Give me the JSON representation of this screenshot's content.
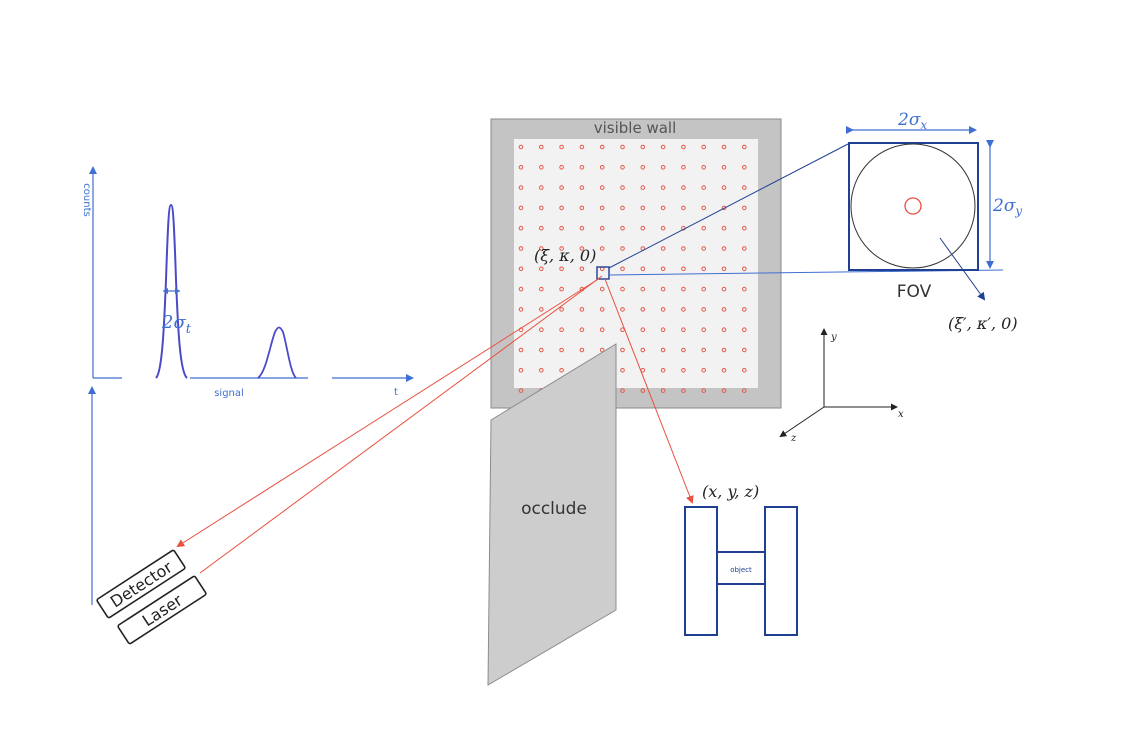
{
  "wall": {
    "label": "visible wall",
    "point_label": "(ξ, κ, 0)",
    "dot_grid": {
      "rows": 13,
      "cols": 12
    }
  },
  "fov": {
    "label": "FOV",
    "width_label": "2σ",
    "width_sub": "x",
    "height_label": "2σ",
    "height_sub": "y",
    "point_label": "(ξ′, κ′, 0)"
  },
  "axes3d": {
    "y": "y",
    "x": "x",
    "z": "z"
  },
  "occluder": {
    "label": "occlude"
  },
  "object": {
    "label": "object",
    "point_label": "(x, y, z)"
  },
  "devices": {
    "detector": "Detector",
    "laser": "Laser"
  },
  "histogram": {
    "y_label": "counts",
    "x_label": "t",
    "center_label": "signal",
    "width_label": "2σ",
    "width_sub": "t"
  },
  "colors": {
    "wall_outer": "#c4c4c4",
    "wall_inner": "#f2f2f2",
    "dots": "#e5584a",
    "ray": "#e8503f",
    "blue": "#1f3f93",
    "axis_blue": "#3f6fd1",
    "peak": "#4b4bc8",
    "occluder": "#cdcdcd"
  }
}
